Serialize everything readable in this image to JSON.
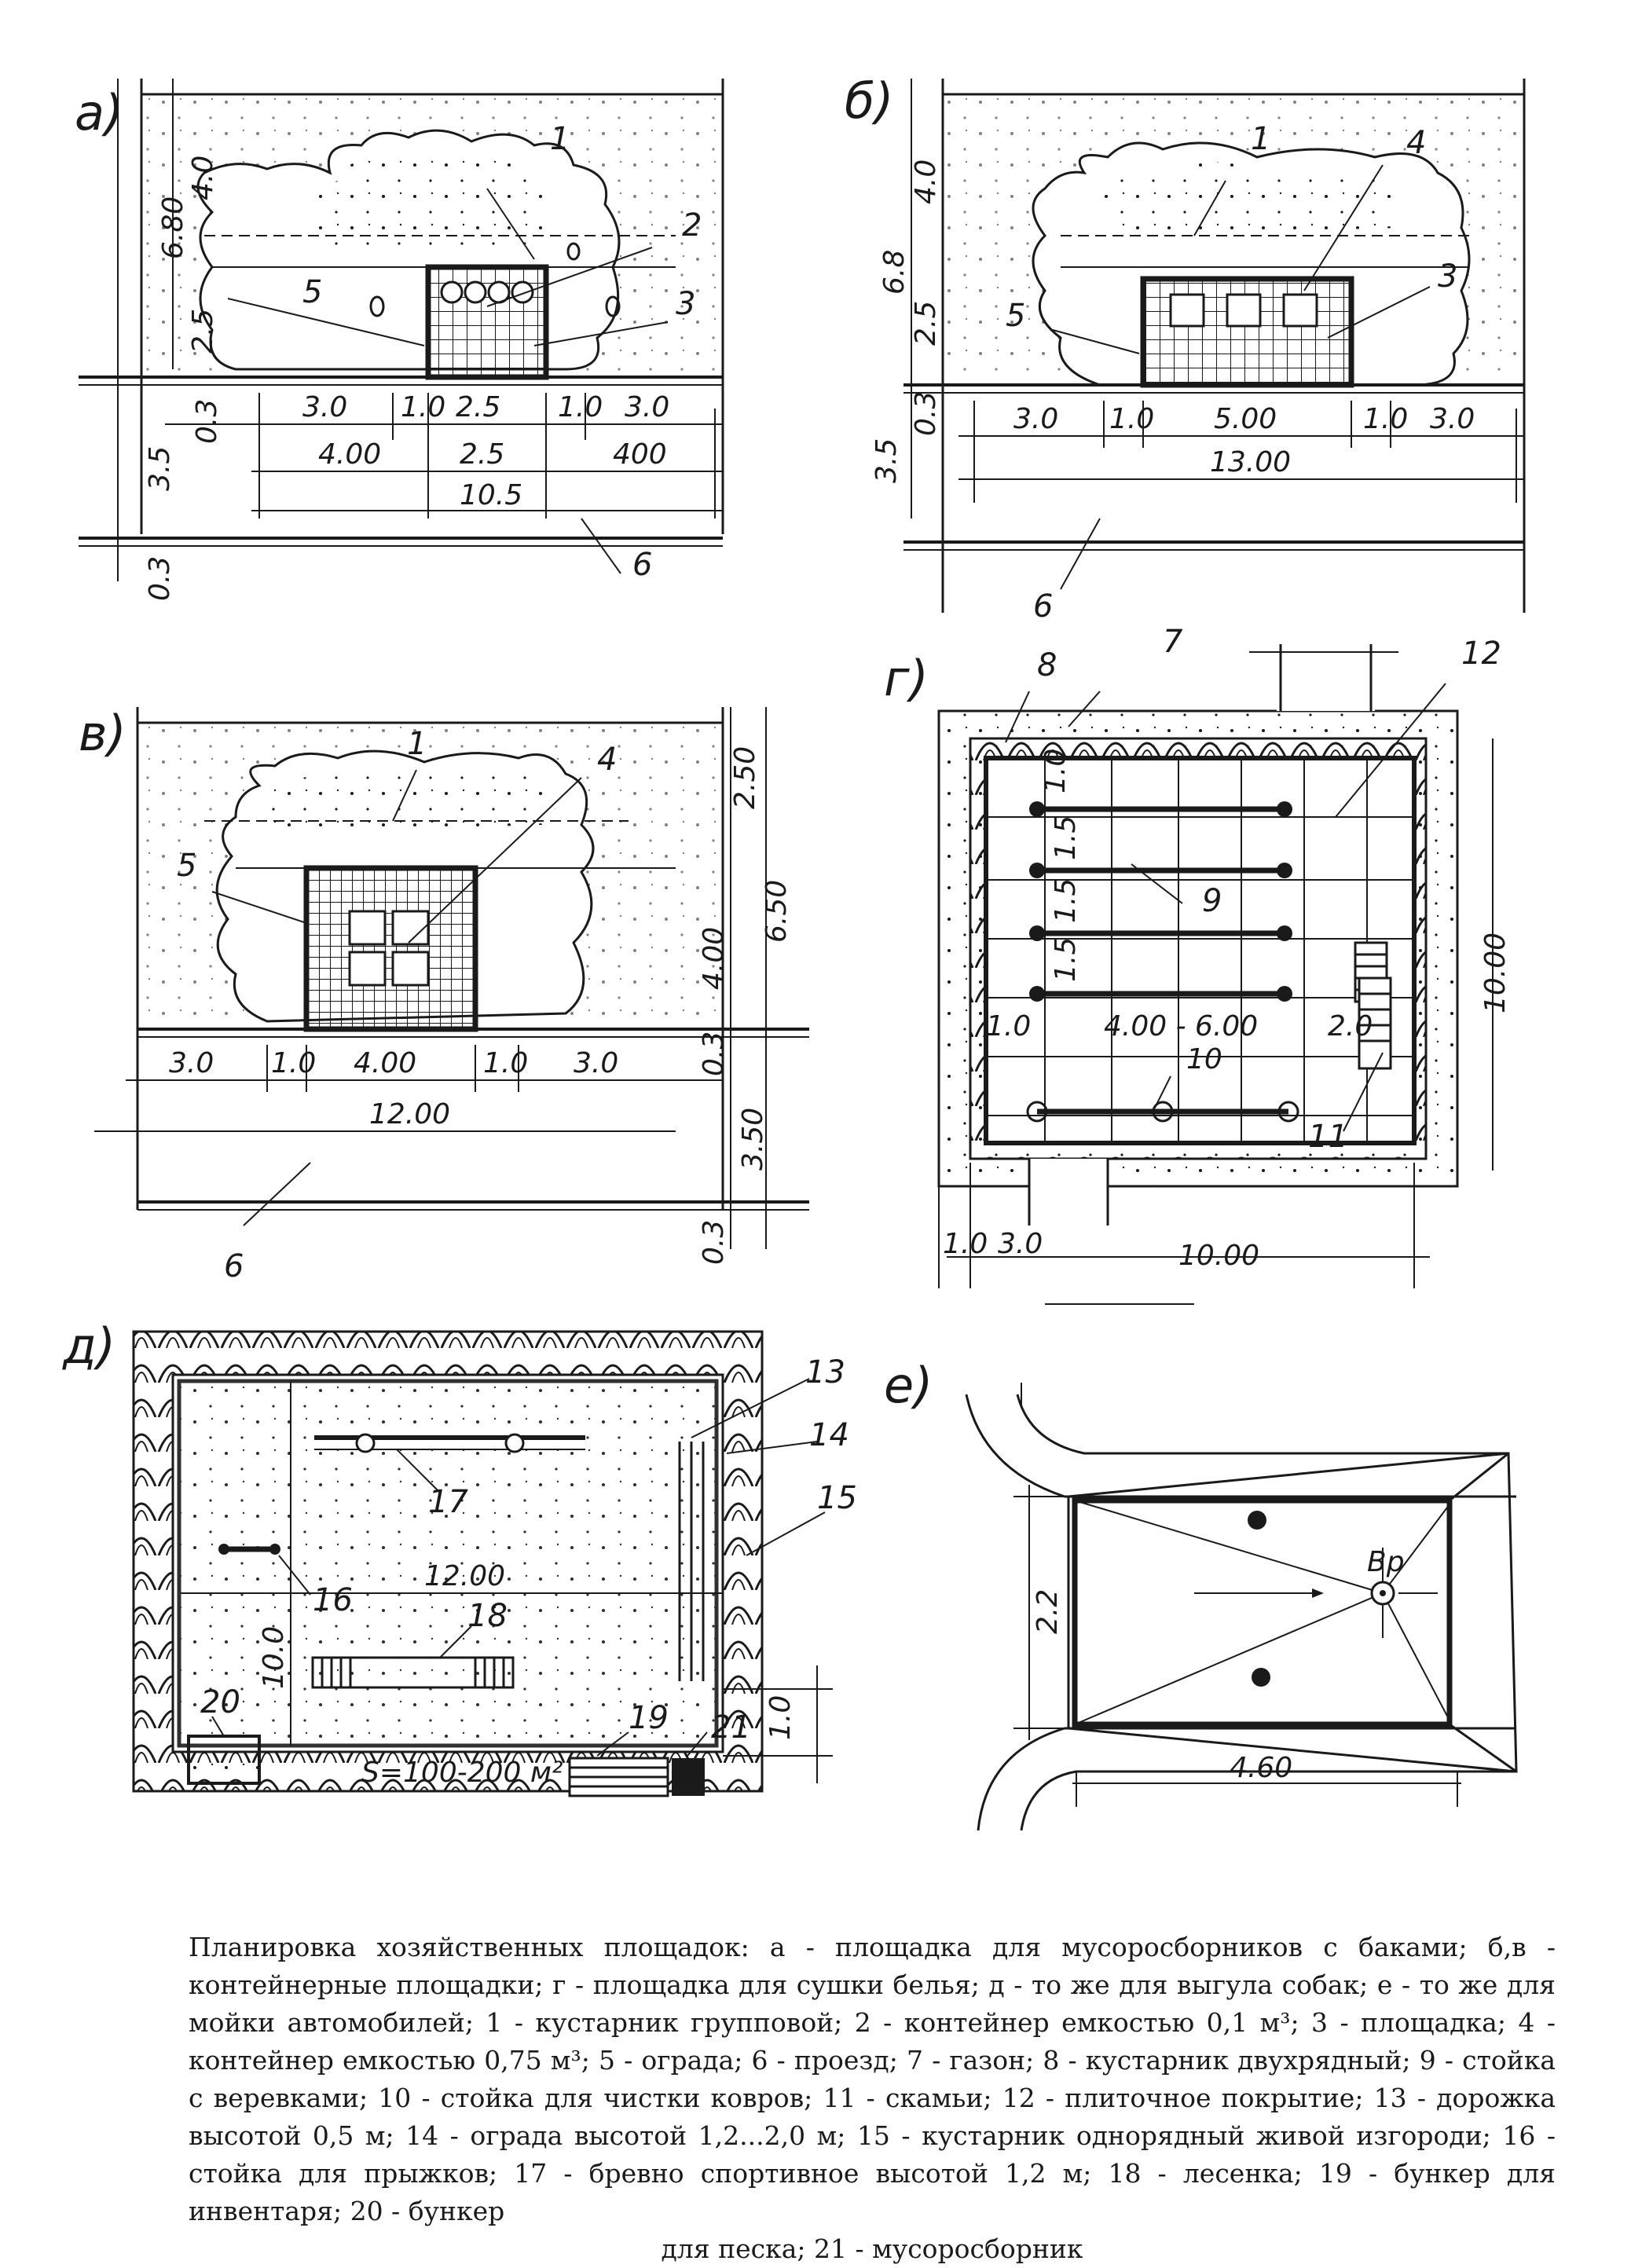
{
  "panels": {
    "a": {
      "letter": "а)",
      "dims": {
        "h_total": "6.80",
        "h_top": "4.0",
        "h_bottom": "2.5",
        "gap1": "0.3",
        "road": "3.5",
        "gap2": "0.3",
        "w1": "3.0",
        "w2": "1.0",
        "w3": "2.5",
        "w4": "1.0",
        "w5": "3.0",
        "w6": "4.00",
        "w7": "2.5",
        "w8": "400",
        "total": "10.5"
      },
      "markers": [
        "1",
        "2",
        "3",
        "5",
        "6"
      ]
    },
    "b": {
      "letter": "б)",
      "dims": {
        "h_total": "6.8",
        "h_top": "4.0",
        "h_bottom": "2.5",
        "gap1": "0.3",
        "road": "3.5",
        "w1": "3.0",
        "w2": "1.0",
        "w3": "5.00",
        "w4": "1.0",
        "w5": "3.0",
        "total": "13.00"
      },
      "markers": [
        "1",
        "4",
        "3",
        "5",
        "6"
      ]
    },
    "v": {
      "letter": "в)",
      "dims": {
        "h_top": "2.50",
        "h_mid": "4.00",
        "h_total": "6.50",
        "gap1": "0.3",
        "road": "3.50",
        "gap2": "0.3",
        "w1": "3.0",
        "w2": "1.0",
        "w3": "4.00",
        "w4": "1.0",
        "w5": "3.0",
        "total": "12.00"
      },
      "markers": [
        "1",
        "4",
        "5",
        "6"
      ]
    },
    "g": {
      "letter": "г)",
      "dims": {
        "s1": "1.0",
        "s2": "1.5",
        "s3": "1.5",
        "s4": "1.5",
        "left": "1.0",
        "span": "4.00 - 6.00",
        "right": "2.0",
        "height": "10.00",
        "b1": "1.0",
        "b2": "3.0",
        "width": "10.00"
      },
      "markers": [
        "7",
        "8",
        "9",
        "10",
        "11",
        "12"
      ]
    },
    "d": {
      "letter": "д)",
      "dims": {
        "width": "12.00",
        "height": "10.0",
        "area": "S=100-200 м²",
        "gap": "1.0"
      },
      "markers": [
        "13",
        "14",
        "15",
        "16",
        "17",
        "18",
        "19",
        "20",
        "21"
      ]
    },
    "e": {
      "letter": "е)",
      "dims": {
        "height": "2.2",
        "width": "4.60",
        "drain": "Вр"
      }
    }
  },
  "caption": {
    "main": "Планировка хозяйственных площадок: а - площадка для мусоросборников с баками; б,в - контейнерные площадки; г - площадка для сушки белья; д - то же для выгула собак; е - то же для мойки автомобилей; 1 - кустарник групповой; 2 - контейнер емкостью 0,1 м³; 3 - площадка; 4 - контейнер емкостью 0,75 м³; 5 - ограда; 6 - проезд; 7 - газон; 8 - кустарник двухрядный; 9 - стойка с веревками; 10 - стойка для чистки ковров; 11 - скамьи; 12 - плиточное покрытие; 13 - дорожка высотой 0,5 м; 14 - ограда высотой 1,2...2,0 м; 15 - кустарник однорядный живой изгороди; 16 - стойка для прыжков; 17 - бревно спортивное высотой 1,2 м; 18 - лесенка; 19 - бункер для инвентаря; 20 - бункер",
    "last": "для песка; 21 - мусоросборник"
  },
  "colors": {
    "ink": "#1a1a1a",
    "paper": "#ffffff"
  }
}
